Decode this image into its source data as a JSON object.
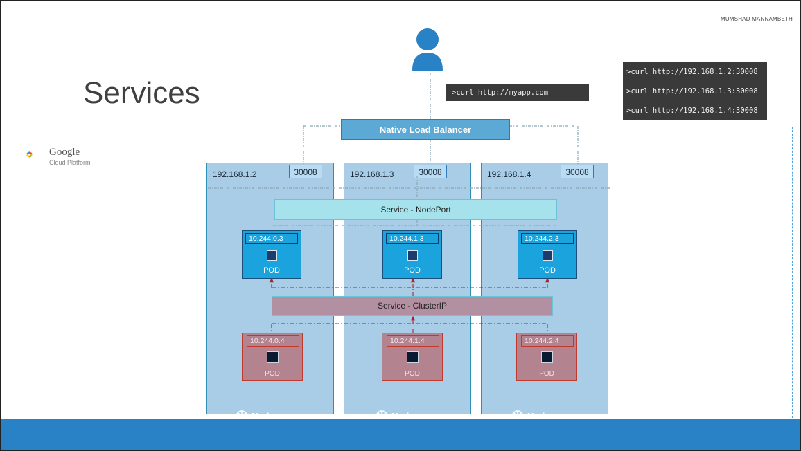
{
  "author": "MUMSHAD MANNAMBETH",
  "title": "Services",
  "commands": {
    "myapp": ">curl http://myapp.com",
    "nodeports": [
      ">curl http://192.168.1.2:30008",
      ">curl http://192.168.1.3:30008",
      ">curl http://192.168.1.4:30008"
    ]
  },
  "load_balancer": "Native Load Balancer",
  "gcp": {
    "google": "Google",
    "platform": "Cloud Platform"
  },
  "nodes": [
    {
      "ip": "192.168.1.2",
      "port": "30008",
      "label": "Node",
      "web_pod_ip": "10.244.0.3",
      "web_pod_label": "POD",
      "db_pod_ip": "10.244.0.4",
      "db_pod_label": "POD"
    },
    {
      "ip": "192.168.1.3",
      "port": "30008",
      "label": "Node",
      "web_pod_ip": "10.244.1.3",
      "web_pod_label": "POD",
      "db_pod_ip": "10.244.1.4",
      "db_pod_label": "POD"
    },
    {
      "ip": "192.168.1.4",
      "port": "30008",
      "label": "Node",
      "web_pod_ip": "10.244.2.3",
      "web_pod_label": "POD",
      "db_pod_ip": "10.244.2.4",
      "db_pod_label": "POD"
    }
  ],
  "service_nodeport": "Service   - NodePort",
  "service_clusterip": "Service - ClusterIP",
  "colors": {
    "accent_blue": "#2a82c6",
    "node_fill": "#a9cde6",
    "web_pod": "#1aa3dc",
    "db_pod": "#b3838f",
    "link_red": "#b0202a"
  }
}
